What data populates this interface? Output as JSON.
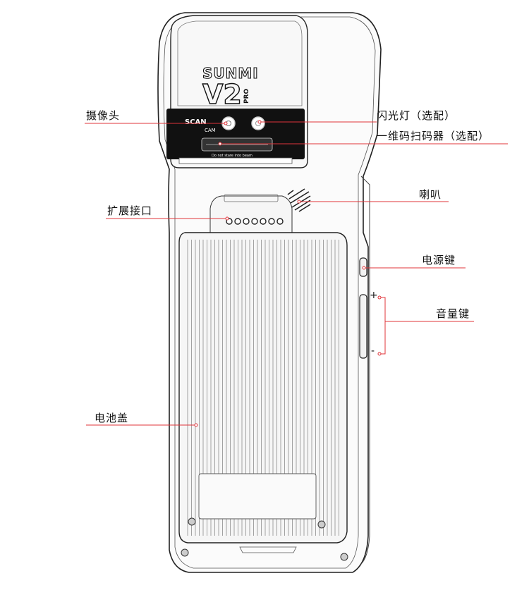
{
  "device": {
    "brand_lines": [
      "SUNMI",
      "V2",
      "PRO"
    ],
    "scan_text": "SCAN",
    "cam_text": "CAM",
    "warning_text": "Do not stare into beam"
  },
  "labels": {
    "camera": "摄像头",
    "flash": "闪光灯（选配）",
    "scanner": "一维码扫码器（选配）",
    "speaker": "喇叭",
    "expansion": "扩展接口",
    "power": "电源键",
    "volume": "音量键",
    "volume_plus": "+",
    "volume_minus": "-",
    "battery": "电池盖"
  },
  "colors": {
    "line": "#e0343a",
    "outline": "#222222",
    "panel": "#111111"
  }
}
